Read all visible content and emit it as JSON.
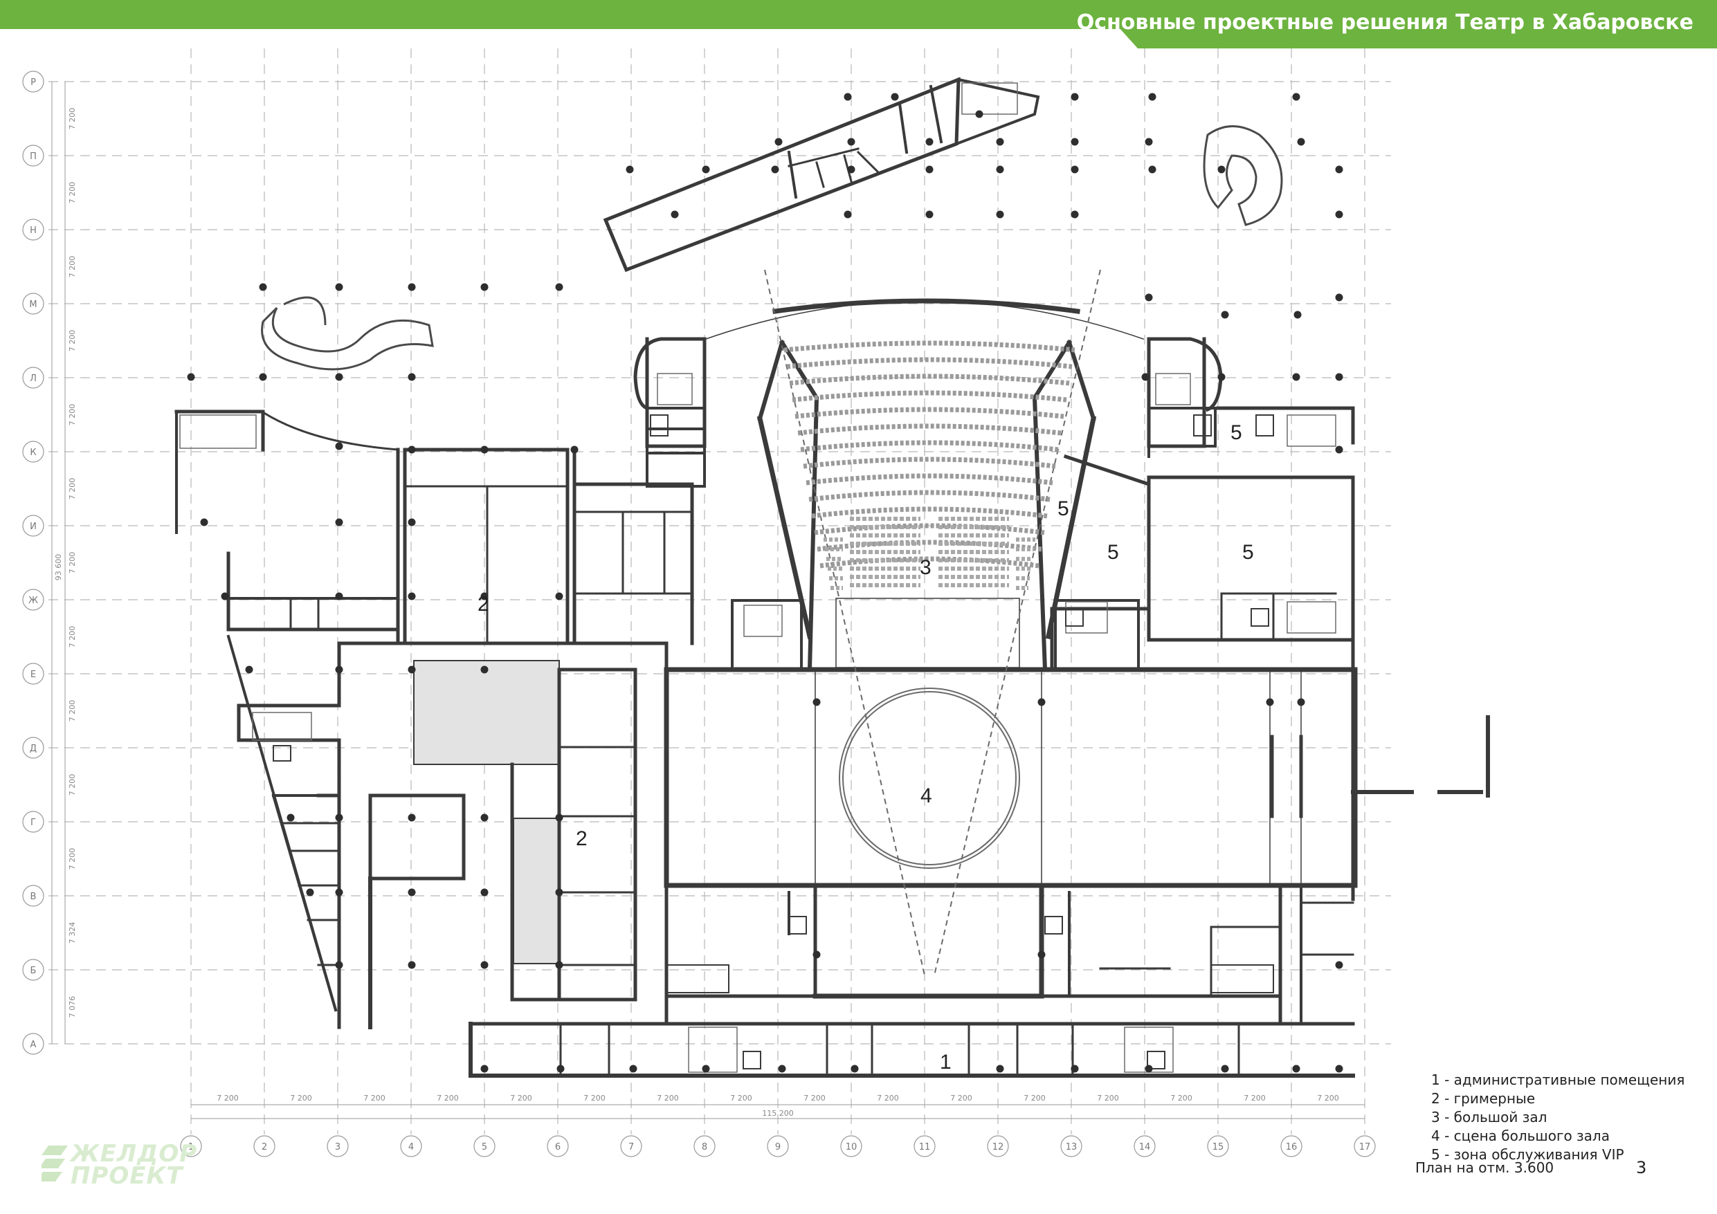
{
  "header": {
    "title": "Основные проектные решения Театр в Хабаровске"
  },
  "axes": {
    "rows": [
      "Р",
      "П",
      "Н",
      "М",
      "Л",
      "К",
      "И",
      "Ж",
      "Е",
      "Д",
      "Г",
      "В",
      "Б",
      "А"
    ],
    "row_dims": [
      "7 200",
      "7 200",
      "7 200",
      "7 200",
      "7 200",
      "7 200",
      "7 200",
      "7 200",
      "7 200",
      "7 200",
      "7 200",
      "7 324",
      "7 076"
    ],
    "total_height": "93 600",
    "columns": [
      "1",
      "2",
      "3",
      "4",
      "5",
      "6",
      "7",
      "8",
      "9",
      "10",
      "11",
      "12",
      "13",
      "14",
      "15",
      "16",
      "17"
    ],
    "col_dim": "7 200",
    "total_width": "115 200"
  },
  "room_labels": [
    {
      "id": "admin",
      "text": "1"
    },
    {
      "id": "dressing-a",
      "text": "2"
    },
    {
      "id": "dressing-b",
      "text": "2"
    },
    {
      "id": "main-hall",
      "text": "3"
    },
    {
      "id": "main-stage",
      "text": "4"
    },
    {
      "id": "vip-a",
      "text": "5"
    },
    {
      "id": "vip-b",
      "text": "5"
    },
    {
      "id": "vip-c",
      "text": "5"
    },
    {
      "id": "vip-d",
      "text": "5"
    }
  ],
  "legend": [
    "1 - административные помещения",
    "2 - гримерные",
    "3 - большой зал",
    "4 - сцена большого зала",
    "5 - зона обслуживания VIP"
  ],
  "caption": "План на отм. 3.600",
  "page_number": "3",
  "logo": {
    "line1": "ЖЕЛДОР",
    "line2": "ПРОЕКТ"
  },
  "colors": {
    "accent": "#6db33f",
    "walls": "#3a3a3a",
    "grid": "#b8b8b8",
    "shaded": "#e3e3e3"
  }
}
